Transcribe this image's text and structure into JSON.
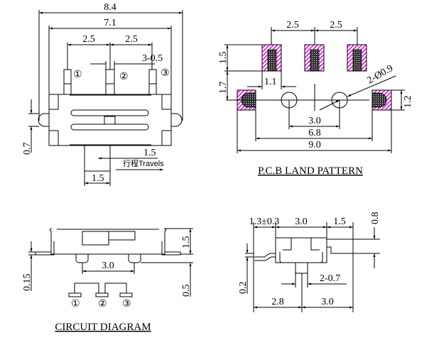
{
  "top_view": {
    "dim_overall": "8.4",
    "dim_body": "7.1",
    "dim_pitch_left": "2.5",
    "dim_pitch_right": "2.5",
    "dim_pin_width": "3-0.5",
    "pin_labels": [
      "①",
      "②",
      "③"
    ],
    "dim_tab": "0.7",
    "dim_travel": "1.5",
    "travel_label": "行程Travels",
    "dim_actuator": "1.5"
  },
  "pcb": {
    "title": "P.C.B LAND PATTERN",
    "dim_pitch_left": "2.5",
    "dim_pitch_right": "2.5",
    "dim_pad_height": "1.5",
    "dim_row_offset": "1.7",
    "dim_pad_width": "1.1",
    "dim_hole": "2-Ø0.9",
    "dim_side_pad": "1.2",
    "dim_holes": "3.0",
    "dim_inner": "6.8",
    "dim_outer": "9.0",
    "pad_color": "#e040e0"
  },
  "side_view": {
    "dim_pitch": "3.0",
    "dim_height": "1.5",
    "dim_standoff": "0.5",
    "dim_lead": "0.15"
  },
  "circuit": {
    "title": "CIRCUIT DIAGRAM",
    "labels": [
      "①",
      "②",
      "③"
    ]
  },
  "end_view": {
    "dim_lead": "1.3±0.3",
    "dim_body": "3.0",
    "dim_actuator_len": "1.5",
    "dim_actuator_h": "0.8",
    "dim_lead_thk": "0.2",
    "dim_slider": "2-0.7",
    "dim_left": "2.8",
    "dim_right": "3.0"
  }
}
